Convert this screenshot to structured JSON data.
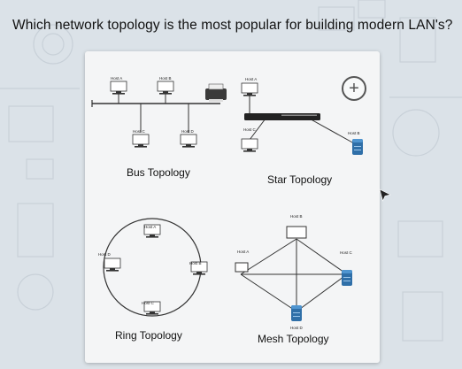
{
  "question": "Which network topology is the most popular for building modern LAN's?",
  "diagrams": {
    "bus": {
      "caption": "Bus Topology",
      "hosts": [
        "Host A",
        "Host B",
        "Host C",
        "Host D"
      ]
    },
    "star": {
      "caption": "Star Topology",
      "hosts": [
        "Host A",
        "Host B",
        "Host C"
      ]
    },
    "ring": {
      "caption": "Ring Topology",
      "hosts": [
        "Host A",
        "Host B",
        "Host C",
        "Host D"
      ]
    },
    "mesh": {
      "caption": "Mesh Topology",
      "hosts": [
        "Host A",
        "Host B",
        "Host C",
        "Host D"
      ]
    }
  },
  "zoom_button": {
    "symbol": "+",
    "icon": "zoom-in-icon"
  }
}
